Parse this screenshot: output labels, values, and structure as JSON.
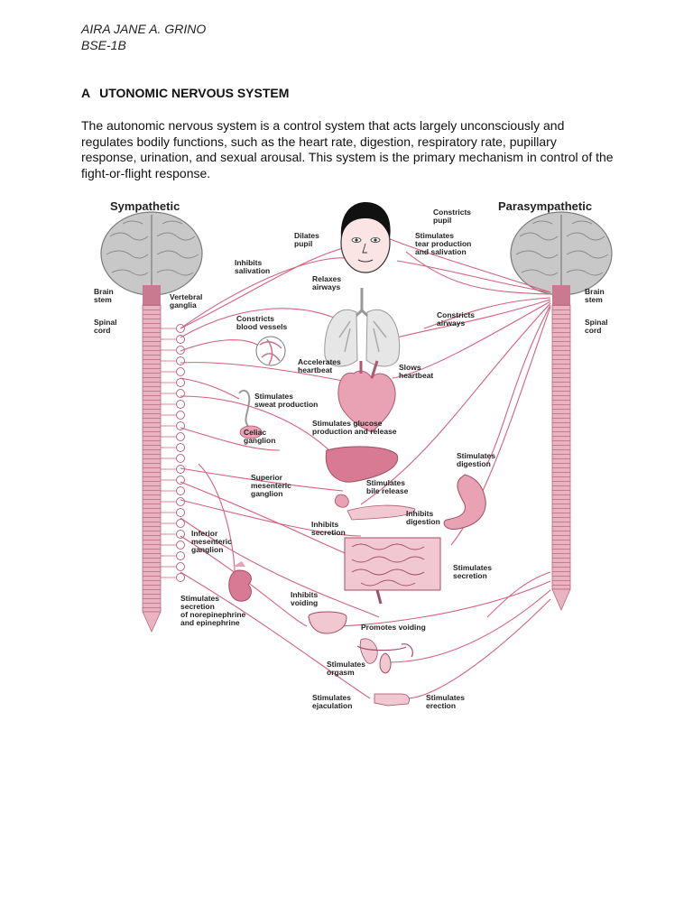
{
  "header": {
    "author": "AIRA JANE A. GRINO",
    "section": "BSE-1B"
  },
  "document": {
    "title_letter": "A",
    "title_rest": "UTONOMIC NERVOUS SYSTEM",
    "paragraph": "The autonomic nervous system is a control system that acts largely unconsciously and regulates bodily functions, such as the heart rate, digestion, respiratory rate, pupillary response, urination, and sexual arousal. This system is the primary mechanism in control of the fight-or-flight response."
  },
  "diagram": {
    "colors": {
      "nerve": "#d4607e",
      "organ": "#e8a2b4",
      "organ_dark": "#c9748c",
      "brain": "#c8c8c8",
      "brain_line": "#8a8a8a",
      "spine": "#eab3c2"
    },
    "sympathetic": "Sympathetic",
    "parasympathetic": "Parasympathetic",
    "brain_stem_left": [
      "Brain",
      "stem"
    ],
    "spinal_cord_left": [
      "Spinal",
      "cord"
    ],
    "brain_stem_right": [
      "Brain",
      "stem"
    ],
    "spinal_cord_right": [
      "Spinal",
      "cord"
    ],
    "vertebral_ganglia": [
      "Vertebral",
      "ganglia"
    ],
    "celiac": [
      "Celiac",
      "ganglion"
    ],
    "superior_mesenteric": [
      "Superior",
      "mesenteric",
      "ganglion"
    ],
    "inferior_mesenteric": [
      "Inferior",
      "mesenteric",
      "ganglion"
    ],
    "dilates_pupil": [
      "Dilates",
      "pupil"
    ],
    "constricts_pupil": [
      "Constricts",
      "pupil"
    ],
    "stimulates_tear": [
      "Stimulates",
      "tear production",
      "and salivation"
    ],
    "inhibits_salivation": [
      "Inhibits",
      "salivation"
    ],
    "relaxes_airways": [
      "Relaxes",
      "airways"
    ],
    "constricts_airways": [
      "Constricts",
      "airways"
    ],
    "constricts_vessels": [
      "Constricts",
      "blood vessels"
    ],
    "accelerates_heartbeat": [
      "Accelerates",
      "heartbeat"
    ],
    "slows_heartbeat": [
      "Slows",
      "heartbeat"
    ],
    "sweat": [
      "Stimulates",
      "sweat production"
    ],
    "glucose": [
      "Stimulates glucose",
      "production and release"
    ],
    "digestion": [
      "Stimulates",
      "digestion"
    ],
    "bile": [
      "Stimulates",
      "bile release"
    ],
    "inhibits_digestion": [
      "Inhibits",
      "digestion"
    ],
    "inhibits_secretion": [
      "Inhibits",
      "secretion"
    ],
    "stimulates_secretion": [
      "Stimulates",
      "secretion"
    ],
    "adrenal": [
      "Stimulates",
      "secretion",
      "of norepinephrine",
      "and epinephrine"
    ],
    "inhibits_voiding": [
      "Inhibits",
      "voiding"
    ],
    "promotes_voiding": "Promotes voiding",
    "orgasm": [
      "Stimulates",
      "orgasm"
    ],
    "ejaculation": [
      "Stimulates",
      "ejaculation"
    ],
    "erection": [
      "Stimulates",
      "erection"
    ]
  }
}
